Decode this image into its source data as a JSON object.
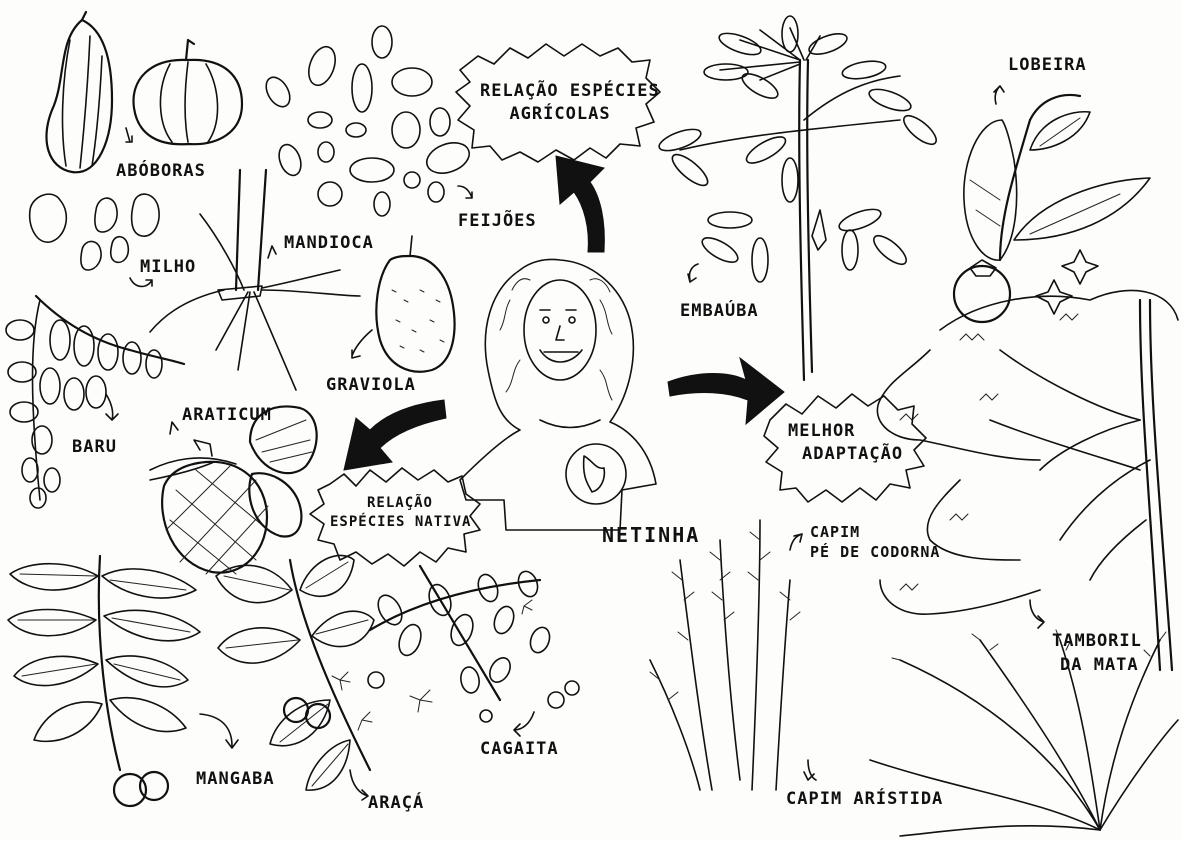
{
  "center": {
    "name": "NETINHA"
  },
  "bubbles": {
    "agricultural": [
      "RELAÇÃO ESPÉCIES",
      "AGRÍCOLAS"
    ],
    "native": [
      "RELAÇÃO",
      "ESPÉCIES NATIVA"
    ],
    "adaptation": [
      "MELHOR",
      "ADAPTAÇÃO"
    ]
  },
  "agricultural_species": {
    "pumpkins": "ABÓBORAS",
    "beans": "FEIJÕES",
    "corn": "MILHO",
    "cassava": "MANDIOCA",
    "soursop": "GRAVIOLA",
    "baru": "BARU"
  },
  "native_species": {
    "araticum": "ARATICUM",
    "mangaba": "MANGABA",
    "araca": "ARAÇÁ",
    "cagaita": "CAGAITA"
  },
  "adaptation_species": {
    "embauba": "EMBAÚBA",
    "lobeira": "LOBEIRA",
    "capim_pe_de_codorna": [
      "CAPIM",
      "PÉ DE CODORNA"
    ],
    "tamboril": [
      "TAMBORIL",
      "DA MATA"
    ],
    "capim_aristida": "CAPIM ARÍSTIDA"
  }
}
